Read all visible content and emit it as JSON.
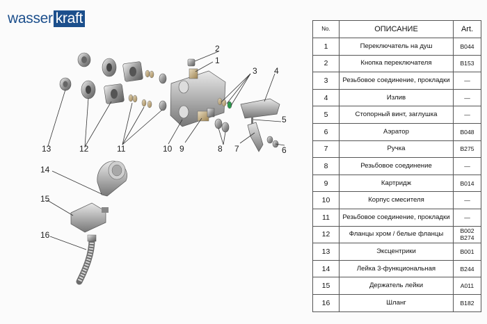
{
  "brand": {
    "part1": "wasser",
    "part2": "kraft"
  },
  "callouts": [
    "1",
    "2",
    "3",
    "4",
    "5",
    "6",
    "7",
    "8",
    "9",
    "10",
    "11",
    "12",
    "13",
    "14",
    "15",
    "16"
  ],
  "table": {
    "headers": {
      "no": "No.",
      "description": "ОПИСАНИЕ",
      "art": "Art."
    },
    "rows": [
      {
        "no": "1",
        "description": "Переключатель на душ",
        "art": "B044"
      },
      {
        "no": "2",
        "description": "Кнопка переключателя",
        "art": "B153"
      },
      {
        "no": "3",
        "description": "Резьбовое соединение, прокладки",
        "art": "—"
      },
      {
        "no": "4",
        "description": "Излив",
        "art": "—"
      },
      {
        "no": "5",
        "description": "Стопорный винт, заглушка",
        "art": "—"
      },
      {
        "no": "6",
        "description": "Аэратор",
        "art": "B048"
      },
      {
        "no": "7",
        "description": "Ручка",
        "art": "B275"
      },
      {
        "no": "8",
        "description": "Резьбовое соединение",
        "art": "—"
      },
      {
        "no": "9",
        "description": "Картридж",
        "art": "B014"
      },
      {
        "no": "10",
        "description": "Корпус смесителя",
        "art": "—"
      },
      {
        "no": "11",
        "description": "Резьбовое соединение, прокладки",
        "art": "—"
      },
      {
        "no": "12",
        "description": "Фланцы хром / белые фланцы",
        "art": "B002 B274"
      },
      {
        "no": "13",
        "description": "Эксцентрики",
        "art": "B001"
      },
      {
        "no": "14",
        "description": "Лейка 3-функциональная",
        "art": "B244"
      },
      {
        "no": "15",
        "description": "Держатель лейки",
        "art": "A011"
      },
      {
        "no": "16",
        "description": "Шланг",
        "art": "B182"
      }
    ]
  }
}
